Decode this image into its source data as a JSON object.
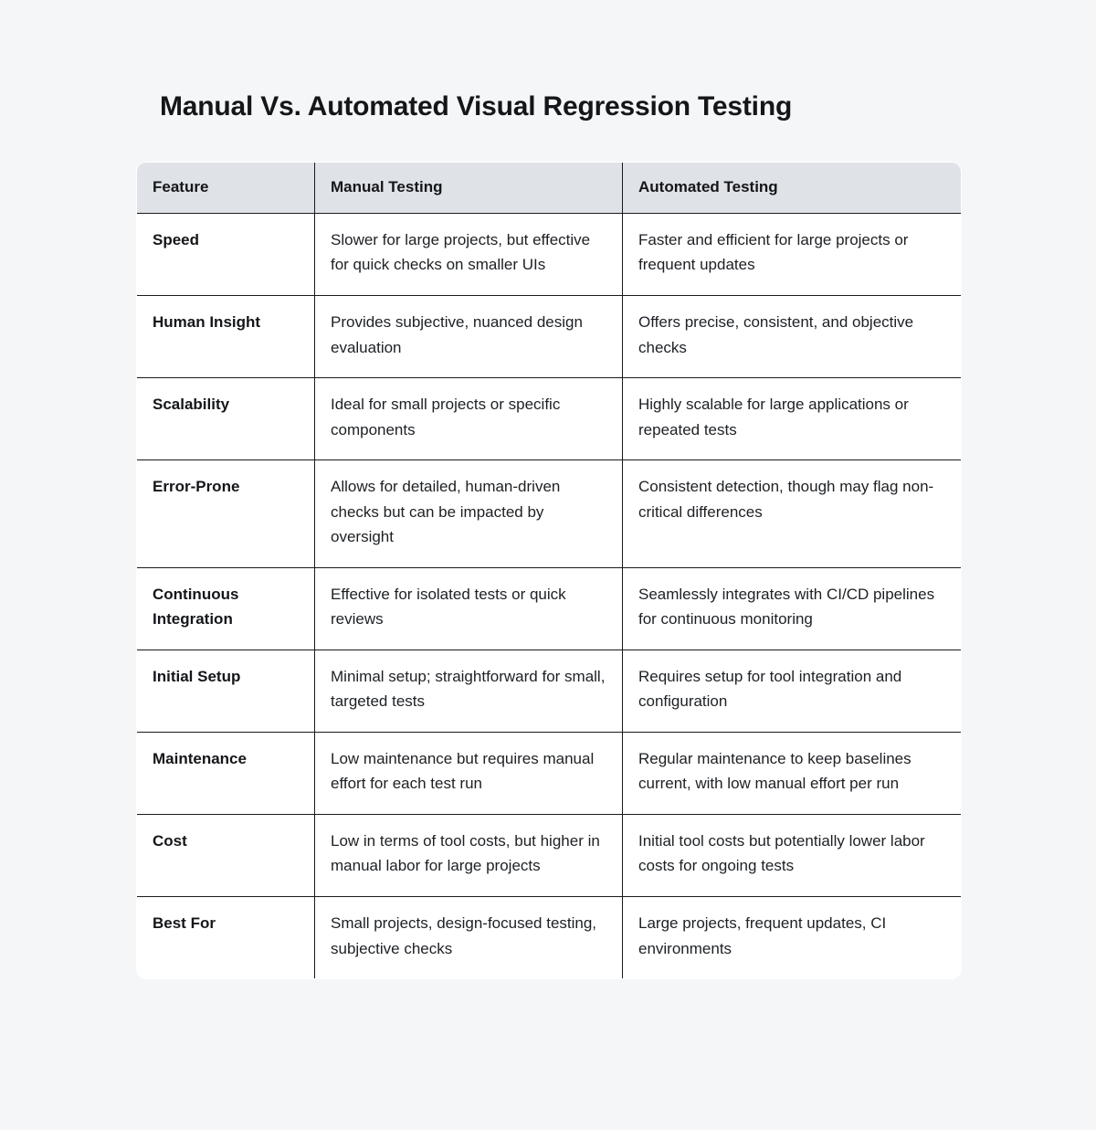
{
  "page": {
    "title": "Manual Vs. Automated Visual Regression Testing",
    "background_color": "#f4f6f8"
  },
  "table": {
    "header_background": "#dfe2e6",
    "border_color": "#1a1a1a",
    "columns": [
      "Feature",
      "Manual Testing",
      "Automated Testing"
    ],
    "rows": [
      {
        "feature": "Speed",
        "manual": "Slower for large projects, but effective for quick checks on smaller UIs",
        "automated": "Faster and efficient for large projects or frequent updates"
      },
      {
        "feature": "Human Insight",
        "manual": "Provides subjective, nuanced design evaluation",
        "automated": "Offers precise, consistent, and objective checks"
      },
      {
        "feature": "Scalability",
        "manual": "Ideal for small projects or specific components",
        "automated": "Highly scalable for large applications or repeated tests"
      },
      {
        "feature": "Error-Prone",
        "manual": "Allows for detailed, human-driven checks but can be impacted by oversight",
        "automated": "Consistent detection, though may flag non-critical differences"
      },
      {
        "feature": "Continuous Integration",
        "manual": "Effective for isolated tests or quick reviews",
        "automated": "Seamlessly integrates with CI/CD pipelines for continuous monitoring"
      },
      {
        "feature": "Initial Setup",
        "manual": "Minimal setup; straightforward for small, targeted tests",
        "automated": "Requires setup for tool integration and configuration"
      },
      {
        "feature": "Maintenance",
        "manual": "Low maintenance but requires manual effort for each test run",
        "automated": "Regular maintenance to keep baselines current, with low manual effort per run"
      },
      {
        "feature": "Cost",
        "manual": "Low in terms of tool costs, but higher in manual labor for large projects",
        "automated": "Initial tool costs but potentially lower labor costs for ongoing tests"
      },
      {
        "feature": "Best For",
        "manual": "Small projects, design-focused testing, subjective checks",
        "automated": "Large projects, frequent updates, CI environments"
      }
    ]
  }
}
